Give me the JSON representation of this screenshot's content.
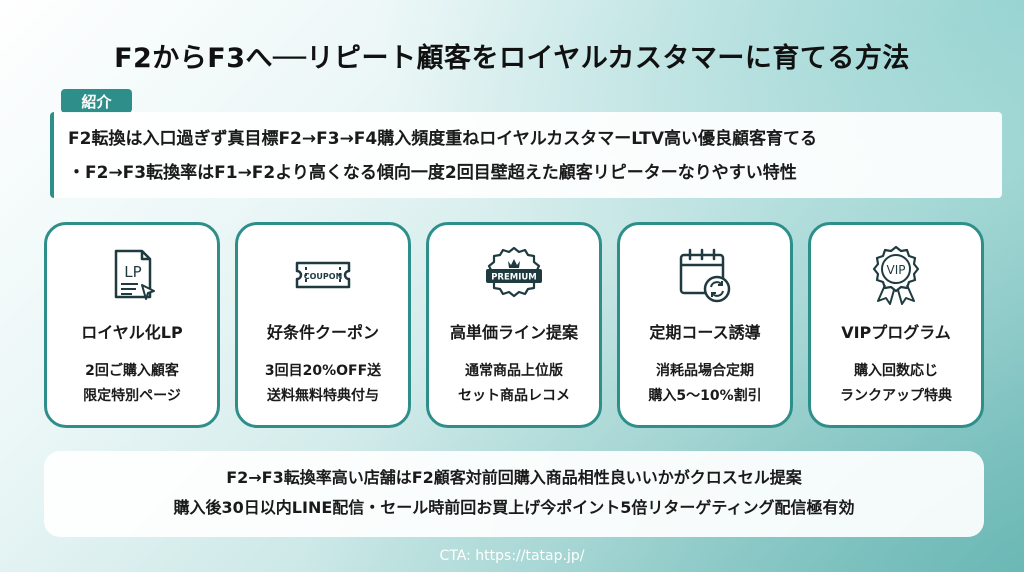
{
  "title": "F2からF3へ──リピート顧客をロイヤルカスタマーに育てる方法",
  "intro": {
    "tag": "紹介",
    "lines": [
      "F2転換は入口過ぎず真目標F2→F3→F4購入頻度重ねロイヤルカスタマーLTV高い優良顧客育てる",
      "・F2→F3転換率はF1→F2より高くなる傾向一度2回目壁超えた顧客リピーターなりやすい特性"
    ]
  },
  "cards": [
    {
      "icon": "lp-icon",
      "icon_text": "LP",
      "title": "ロイヤル化LP",
      "desc": [
        "2回ご購入顧客",
        "限定特別ページ"
      ]
    },
    {
      "icon": "coupon-icon",
      "icon_text": "COUPON",
      "title": "好条件クーポン",
      "desc": [
        "3回目20%OFF送",
        "送料無料特典付与"
      ]
    },
    {
      "icon": "premium-icon",
      "icon_text": "PREMIUM",
      "title": "高単価ライン提案",
      "desc": [
        "通常商品上位版",
        "セット商品レコメ"
      ]
    },
    {
      "icon": "subscription-calendar-icon",
      "icon_text": "",
      "title": "定期コース誘導",
      "desc": [
        "消耗品場合定期",
        "購入5〜10%割引"
      ]
    },
    {
      "icon": "vip-badge-icon",
      "icon_text": "VIP",
      "title": "VIPプログラム",
      "desc": [
        "購入回数応じ",
        "ランクアップ特典"
      ]
    }
  ],
  "bottom": {
    "lines": [
      "F2→F3転換率高い店舗はF2顧客対前回購入商品相性良いいかがクロスセル提案",
      "購入後30日以内LINE配信・セール時前回お買上げ今ポイント5倍リターゲティング配信極有効"
    ]
  },
  "cta": "CTA: https://tatap.jp/",
  "colors": {
    "accent": "#2e8f8a",
    "icon": "#1f3b40",
    "card_bg": "#ffffff"
  }
}
